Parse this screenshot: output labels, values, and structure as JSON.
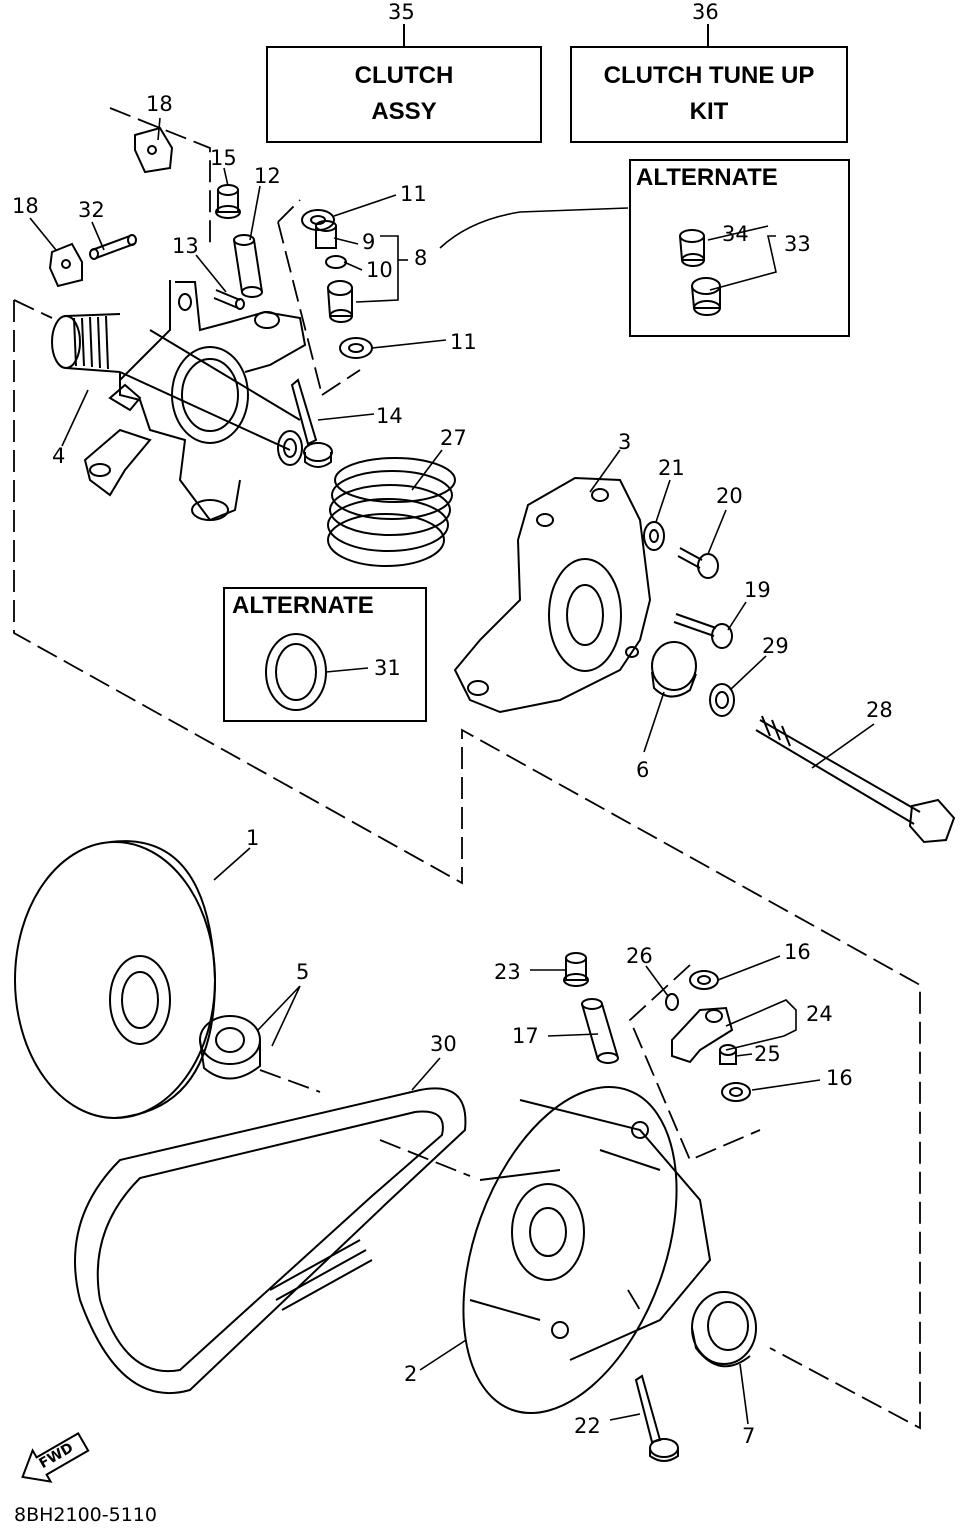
{
  "boxes": {
    "clutch_assy": {
      "ref": "35",
      "line1": "CLUTCH",
      "line2": "ASSY"
    },
    "tune_up_kit": {
      "ref": "36",
      "line1": "CLUTCH TUNE UP",
      "line2": "KIT"
    }
  },
  "alternates": {
    "upper": {
      "title": "ALTERNATE",
      "parts": [
        "34",
        "33"
      ]
    },
    "lower": {
      "title": "ALTERNATE",
      "parts": [
        "31"
      ]
    }
  },
  "part_numbers": [
    "18",
    "15",
    "12",
    "18",
    "32",
    "13",
    "11",
    "9",
    "10",
    "8",
    "11",
    "4",
    "14",
    "27",
    "3",
    "21",
    "20",
    "19",
    "29",
    "28",
    "6",
    "1",
    "5",
    "23",
    "26",
    "16",
    "24",
    "17",
    "25",
    "16",
    "30",
    "2",
    "22",
    "7"
  ],
  "fwd_label": "FWD",
  "drawing_code": "8BH2100-5110"
}
